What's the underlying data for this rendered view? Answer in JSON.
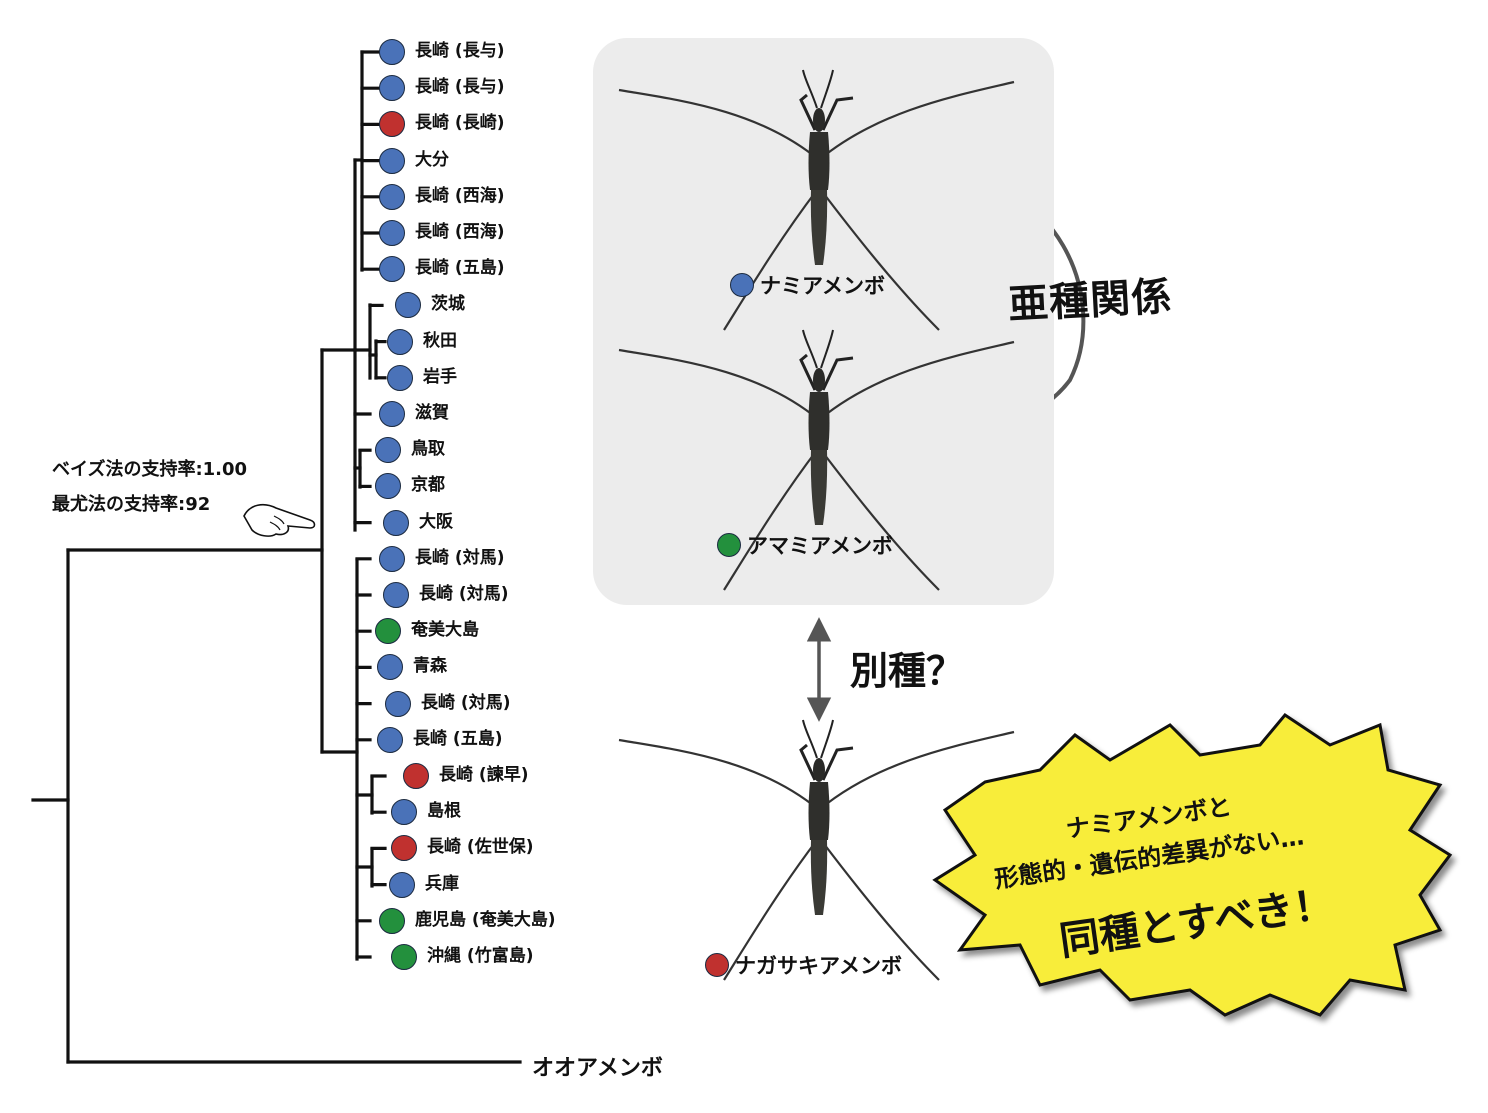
{
  "colors": {
    "blue": "#4a72b8",
    "red": "#c0312f",
    "green": "#23903d",
    "panel": "#ececec",
    "burst": "#f8ed3a"
  },
  "support": {
    "bayes": "ベイズ法の支持率:1.00",
    "ml": "最尤法の支持率:92"
  },
  "outgroup": "オオアメンボ",
  "leaves": [
    {
      "label": "長崎 (長与)",
      "color": "blue"
    },
    {
      "label": "長崎 (長与)",
      "color": "blue"
    },
    {
      "label": "長崎 (長崎)",
      "color": "red"
    },
    {
      "label": "大分",
      "color": "blue"
    },
    {
      "label": "長崎 (西海)",
      "color": "blue"
    },
    {
      "label": "長崎 (西海)",
      "color": "blue"
    },
    {
      "label": "長崎 (五島)",
      "color": "blue"
    },
    {
      "label": "茨城",
      "color": "blue"
    },
    {
      "label": "秋田",
      "color": "blue"
    },
    {
      "label": "岩手",
      "color": "blue"
    },
    {
      "label": "滋賀",
      "color": "blue"
    },
    {
      "label": "鳥取",
      "color": "blue"
    },
    {
      "label": "京都",
      "color": "blue"
    },
    {
      "label": "大阪",
      "color": "blue"
    },
    {
      "label": "長崎 (対馬)",
      "color": "blue"
    },
    {
      "label": "長崎 (対馬)",
      "color": "blue"
    },
    {
      "label": "奄美大島",
      "color": "green"
    },
    {
      "label": "青森",
      "color": "blue"
    },
    {
      "label": "長崎 (対馬)",
      "color": "blue"
    },
    {
      "label": "長崎 (五島)",
      "color": "blue"
    },
    {
      "label": "長崎 (諫早)",
      "color": "red"
    },
    {
      "label": "島根",
      "color": "blue"
    },
    {
      "label": "長崎 (佐世保)",
      "color": "red"
    },
    {
      "label": "兵庫",
      "color": "blue"
    },
    {
      "label": "鹿児島 (奄美大島)",
      "color": "green"
    },
    {
      "label": "沖縄 (竹富島)",
      "color": "green"
    }
  ],
  "species": {
    "nami": "ナミアメンボ",
    "amami": "アマミアメンボ",
    "nagasaki": "ナガサキアメンボ"
  },
  "relation": "亜種関係",
  "question": "別種？",
  "burst": {
    "line1": "ナミアメンボと",
    "line2": "形態的・遺伝的差異がない…",
    "line3": "同種とすべき！"
  }
}
